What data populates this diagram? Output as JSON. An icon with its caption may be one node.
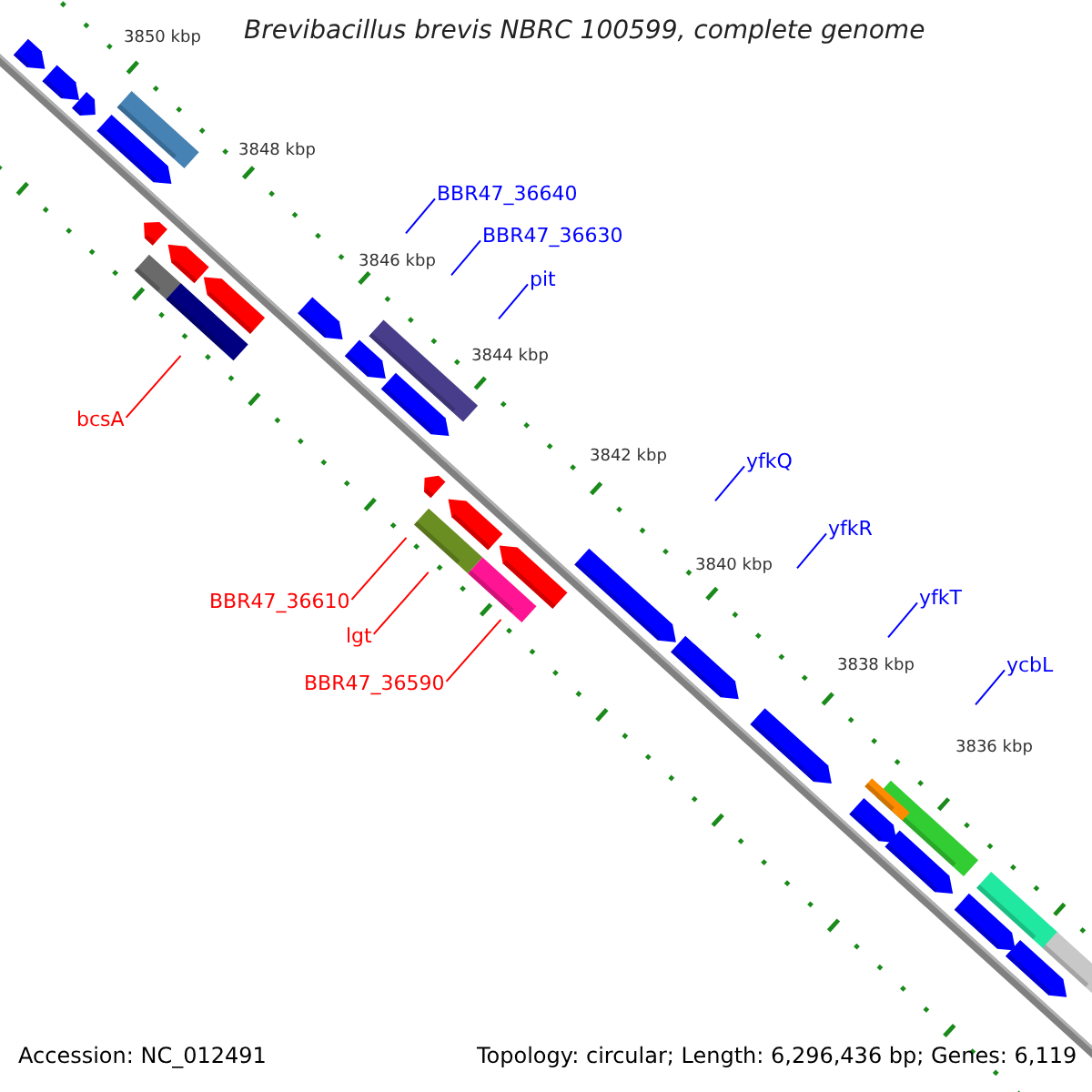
{
  "diagram": {
    "title": "Brevibacillus brevis NBRC 100599, complete genome",
    "nodes": [
      {
        "text": [
          "BBR47_36640"
        ]
      },
      {
        "text": [
          "BBR47_36630"
        ]
      },
      {
        "text": [
          "pit"
        ]
      },
      {
        "text": [
          "bcsA"
        ]
      },
      {
        "text": [
          "yfkQ"
        ]
      },
      {
        "text": [
          "yfkR"
        ]
      },
      {
        "text": [
          "BBR47_36610"
        ]
      },
      {
        "text": [
          "lgt"
        ]
      },
      {
        "text": [
          "yfkT"
        ]
      },
      {
        "text": [
          "BBR47_36590"
        ]
      },
      {
        "text": [
          "ycbL"
        ]
      }
    ],
    "edges": [
      {
        "from": 0,
        "to": null,
        "arrow": "none"
      },
      {
        "from": 1,
        "to": null,
        "arrow": "none"
      },
      {
        "from": 2,
        "to": null,
        "arrow": "none"
      },
      {
        "from": 3,
        "to": null,
        "arrow": "none",
        "color": "#ff0000"
      },
      {
        "from": 4,
        "to": null,
        "arrow": "none"
      },
      {
        "from": 5,
        "to": null,
        "arrow": "none"
      },
      {
        "from": 6,
        "to": null,
        "arrow": "none",
        "color": "#ff0000"
      },
      {
        "from": 7,
        "to": null,
        "arrow": "none",
        "color": "#ff0000"
      },
      {
        "from": 8,
        "to": null,
        "arrow": "none"
      },
      {
        "from": 9,
        "to": null,
        "arrow": "none",
        "color": "#ff0000"
      },
      {
        "from": 10,
        "to": null,
        "arrow": "none"
      }
    ],
    "labels": [
      "3850 kbp",
      "3848 kbp",
      "3846 kbp",
      "3844 kbp",
      "3842 kbp",
      "3840 kbp",
      "3838 kbp",
      "3836 kbp",
      "Accession: NC_012491",
      "Topology: circular; Length: 6,296,436 bp; Genes: 6,119"
    ]
  }
}
